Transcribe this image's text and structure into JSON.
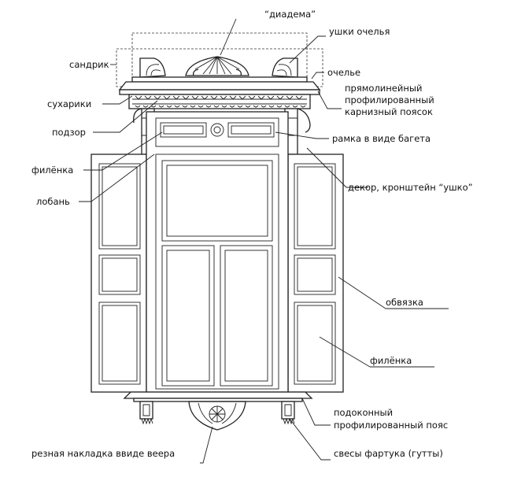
{
  "labels": {
    "diadema": "“диадема”",
    "ushki_ochelya": "ушки очелья",
    "sandrik": "сандрик",
    "ochelye": "очелье",
    "karniz_line1": "прямолинейный",
    "karniz_line2": "профилированный",
    "karniz_line3": "карнизный поясок",
    "sukhariki": "сухарики",
    "podzor": "подзор",
    "ramka": "рамка в виде багета",
    "filyonka_top": "филёнка",
    "loban": "лобань",
    "dekor": "декор, кронштейн “ушко”",
    "obvyazka": "обвязка",
    "filyonka_right": "филёнка",
    "podokonny_line1": "подоконный",
    "podokonny_line2": "профилированный пояс",
    "reznaya": "резная накладка ввиде веера",
    "svesy": "свесы фартука (гутты)"
  }
}
